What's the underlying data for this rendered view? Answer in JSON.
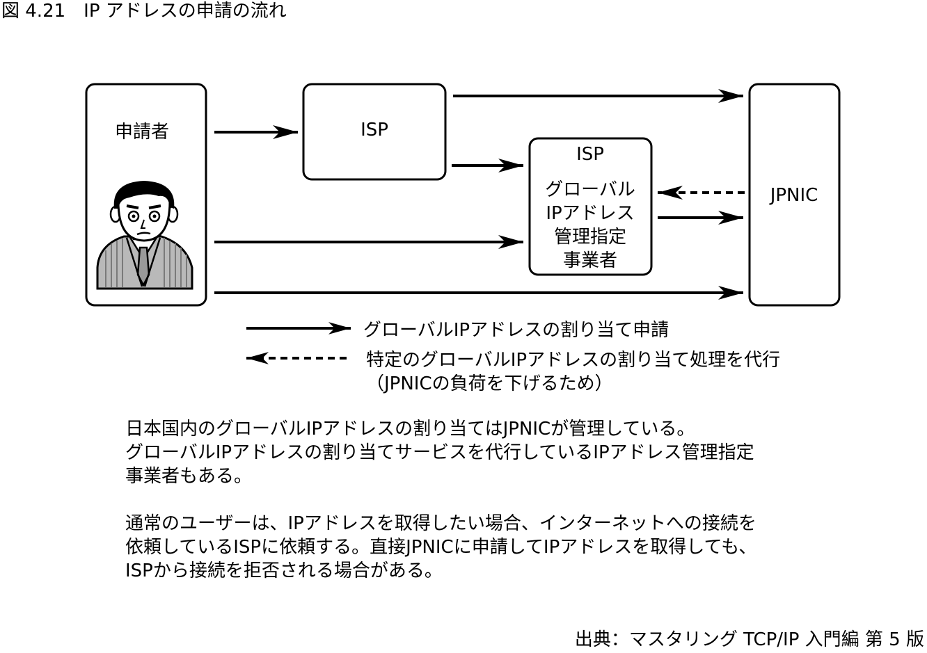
{
  "caption": "図 4.21　IP アドレスの申請の流れ",
  "nodes": {
    "applicant": "申請者",
    "isp": "ISP",
    "isp_manager_title": "ISP",
    "isp_manager_lines": [
      "グローバル",
      "IPアドレス",
      "管理指定",
      "事業者"
    ],
    "jpnic": "JPNIC"
  },
  "legend": {
    "solid": "グローバルIPアドレスの割り当て申請",
    "dashed_line1": "特定のグローバルIPアドレスの割り当て処理を代行",
    "dashed_line2": "（JPNICの負荷を下げるため）"
  },
  "description": {
    "para1": [
      "日本国内のグローバルIPアドレスの割り当てはJPNICが管理している。",
      "グローバルIPアドレスの割り当てサービスを代行しているIPアドレス管理指定",
      "事業者もある。"
    ],
    "para2": [
      "通常のユーザーは、IPアドレスを取得したい場合、インターネットへの接続を",
      "依頼しているISPに依頼する。直接JPNICに申請してIPアドレスを取得しても、",
      "ISPから接続を拒否される場合がある。"
    ]
  },
  "source": "出典：マスタリング TCP/IP 入門編 第 5 版"
}
